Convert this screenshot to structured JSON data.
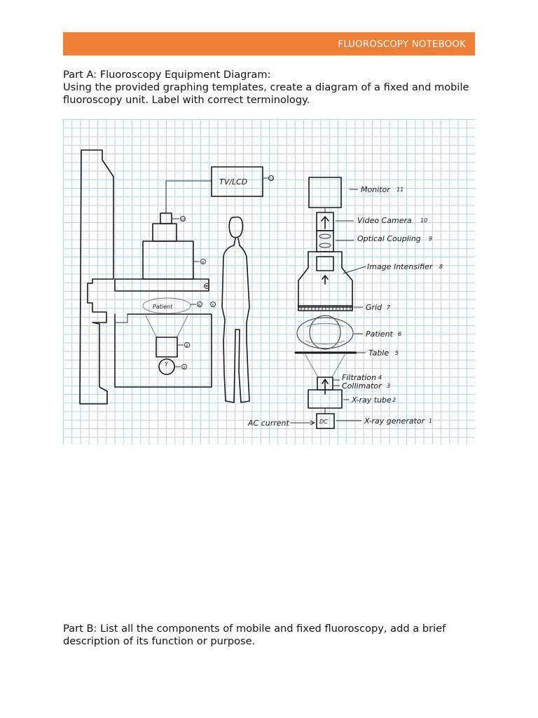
{
  "header": {
    "title": "FLUOROSCOPY NOTEBOOK",
    "color": "#ee7f36"
  },
  "part_a": {
    "heading": "Part A: Fluoroscopy Equipment Diagram:",
    "instructions": "Using the provided graphing templates, create a diagram of a fixed and mobile fluoroscopy unit. Label with correct terminology."
  },
  "diagram": {
    "fixed_unit": {
      "tv_box": "TV/LCD",
      "patient_label": "Patient",
      "callouts": [
        "11",
        "10",
        "9",
        "7",
        "6",
        "5",
        "4",
        "3"
      ]
    },
    "mobile_unit": {
      "labels": [
        {
          "text": "Monitor",
          "num": "11"
        },
        {
          "text": "Video Camera",
          "num": "10"
        },
        {
          "text": "Optical Coupling",
          "num": "9"
        },
        {
          "text": "Image Intensifier",
          "num": "8"
        },
        {
          "text": "Grid",
          "num": "7"
        },
        {
          "text": "Patient",
          "num": "6"
        },
        {
          "text": "Table",
          "num": "5"
        },
        {
          "text": "Filtration",
          "num": "4"
        },
        {
          "text": "Collimator",
          "num": "3"
        },
        {
          "text": "X-ray tube",
          "num": "2"
        },
        {
          "text": "X-ray generator",
          "num": "1"
        }
      ],
      "generator_box": "DC",
      "input_label": "AC current"
    }
  },
  "part_b": {
    "text": "Part B: List all the components of mobile and fixed fluoroscopy, add a brief description of its function or purpose."
  }
}
